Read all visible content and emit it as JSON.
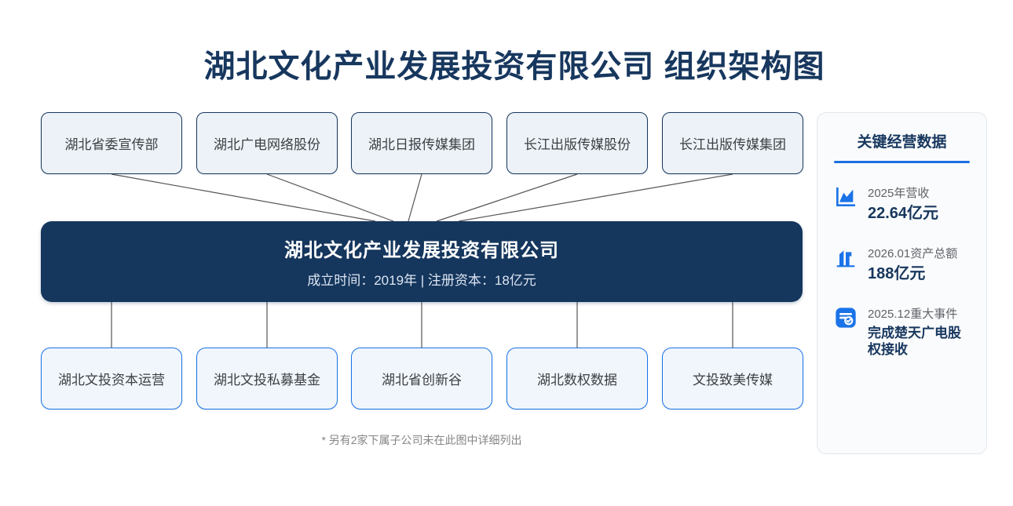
{
  "page": {
    "title": "湖北文化产业发展投资有限公司 组织架构图"
  },
  "org_chart": {
    "parents": [
      {
        "label": "湖北省委宣传部"
      },
      {
        "label": "湖北广电网络股份"
      },
      {
        "label": "湖北日报传媒集团"
      },
      {
        "label": "长江出版传媒股份"
      },
      {
        "label": "长江出版传媒集团"
      }
    ],
    "company": {
      "name": "湖北文化产业发展投资有限公司",
      "details": "成立时间：2019年 | 注册资本：18亿元"
    },
    "subsidiaries": [
      {
        "label": "湖北文投资本运营"
      },
      {
        "label": "湖北文投私募基金"
      },
      {
        "label": "湖北省创新谷"
      },
      {
        "label": "湖北数权数据"
      },
      {
        "label": "文投致美传媒"
      }
    ],
    "footnote": "* 另有2家下属子公司未在此图中详细列出"
  },
  "key_data_panel": {
    "title": "关键经营数据",
    "items": [
      {
        "icon": "area-chart-icon",
        "label": "2025年营收",
        "value": "22.64亿元"
      },
      {
        "icon": "building-icon",
        "label": "2026.01资产总额",
        "value": "188亿元"
      },
      {
        "icon": "task-check-icon",
        "label": "2025.12重大事件",
        "value": "完成楚天广电股权接收"
      }
    ]
  },
  "colors": {
    "navy": "#17375e",
    "center_box_bg": "#15365d",
    "bright_blue": "#1a73e8",
    "panel_rule_blue": "#1b6fe0",
    "connector_gray": "#555555",
    "parent_box_bg": "#edf2f8",
    "subsidiary_box_bg": "#f1f6fc"
  }
}
